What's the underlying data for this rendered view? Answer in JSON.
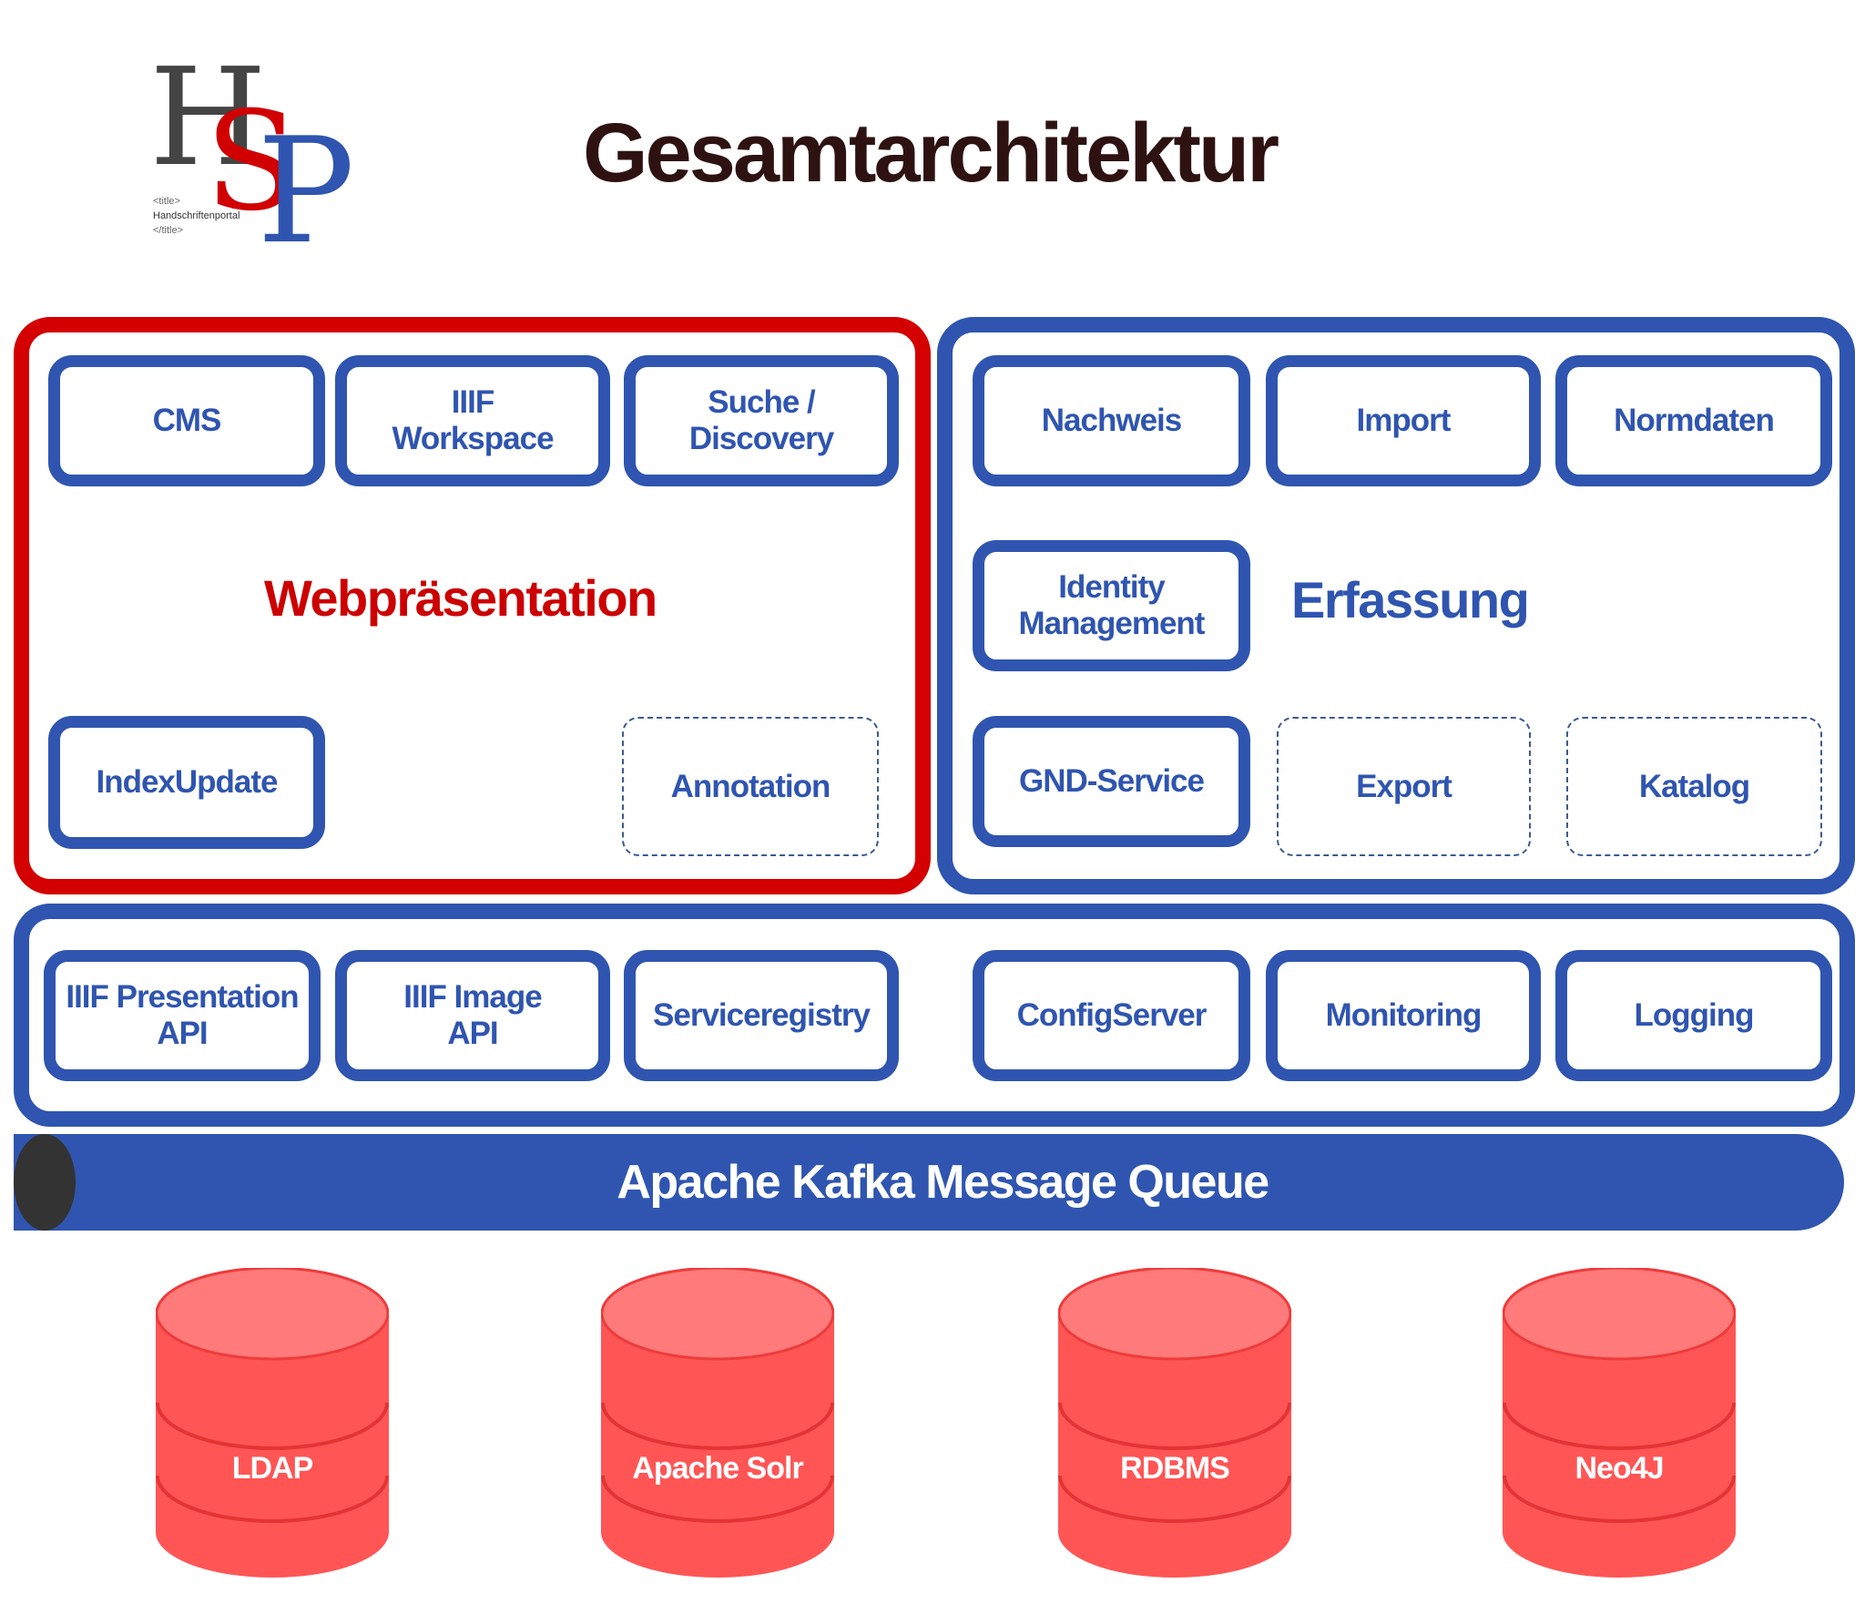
{
  "logo": {
    "letters": [
      "H",
      "S",
      "P"
    ],
    "tag_open": "<title>",
    "tag_text": "Handschriftenportal",
    "tag_close": "</title>"
  },
  "title": "Gesamtarchitektur",
  "colors": {
    "blue": "#2f55b0",
    "red": "#d40000",
    "title": "#2e1212",
    "db_red": "#ff5555",
    "pipe_end": "#333333"
  },
  "webpraesentation": {
    "label": "Webpräsentation",
    "components": [
      {
        "label": "CMS",
        "style": "solid"
      },
      {
        "label": "IIIF\nWorkspace",
        "style": "solid"
      },
      {
        "label": "Suche /\nDiscovery",
        "style": "solid"
      },
      {
        "label": "IndexUpdate",
        "style": "solid"
      },
      {
        "label": "Annotation",
        "style": "dashed"
      }
    ]
  },
  "erfassung": {
    "label": "Erfassung",
    "components": [
      {
        "label": "Nachweis",
        "style": "solid"
      },
      {
        "label": "Import",
        "style": "solid"
      },
      {
        "label": "Normdaten",
        "style": "solid"
      },
      {
        "label": "Identity\nManagement",
        "style": "solid"
      },
      {
        "label": "GND-Service",
        "style": "solid"
      },
      {
        "label": "Export",
        "style": "dashed"
      },
      {
        "label": "Katalog",
        "style": "dashed"
      }
    ]
  },
  "infrastructure": {
    "components": [
      {
        "label": "IIIF Presentation\nAPI"
      },
      {
        "label": "IIIF Image\nAPI"
      },
      {
        "label": "Serviceregistry"
      },
      {
        "label": "ConfigServer"
      },
      {
        "label": "Monitoring"
      },
      {
        "label": "Logging"
      }
    ]
  },
  "message_queue": {
    "label": "Apache Kafka Message Queue",
    "icon": "pipe-icon"
  },
  "databases": [
    {
      "label": "LDAP",
      "icon": "database-icon"
    },
    {
      "label": "Apache Solr",
      "icon": "database-icon"
    },
    {
      "label": "RDBMS",
      "icon": "database-icon"
    },
    {
      "label": "Neo4J",
      "icon": "database-icon"
    }
  ]
}
